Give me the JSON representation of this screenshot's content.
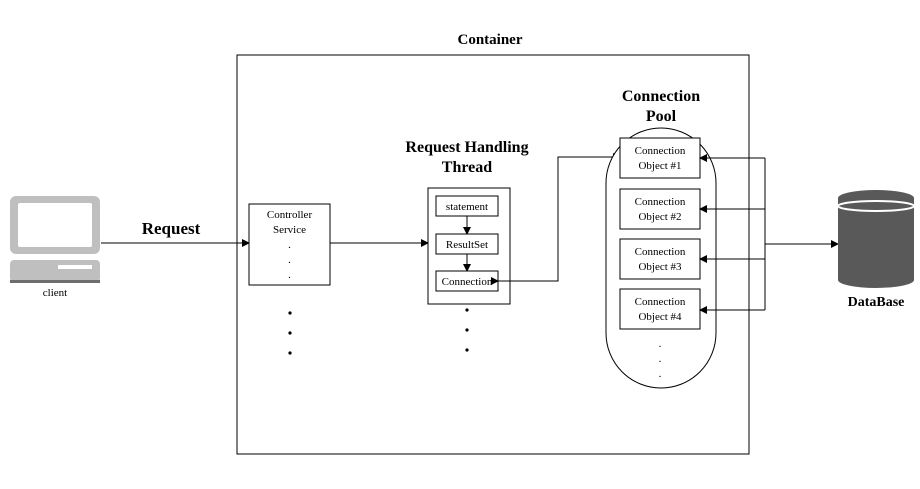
{
  "container": {
    "title": "Container"
  },
  "client": {
    "label": "client",
    "icon": "computer-icon"
  },
  "request": {
    "label": "Request"
  },
  "controller": {
    "line1": "Controller",
    "line2": "Service"
  },
  "thread": {
    "title_line1": "Request Handling",
    "title_line2": "Thread",
    "statement": "statement",
    "resultset": "ResultSet",
    "connection": "Connection"
  },
  "pool": {
    "title_line1": "Connection",
    "title_line2": "Pool",
    "objects": [
      {
        "line1": "Connection",
        "line2": "Object #1"
      },
      {
        "line1": "Connection",
        "line2": "Object #2"
      },
      {
        "line1": "Connection",
        "line2": "Object #3"
      },
      {
        "line1": "Connection",
        "line2": "Object #4"
      }
    ]
  },
  "database": {
    "label": "DataBase",
    "icon": "database-icon"
  },
  "ellipsis": "."
}
